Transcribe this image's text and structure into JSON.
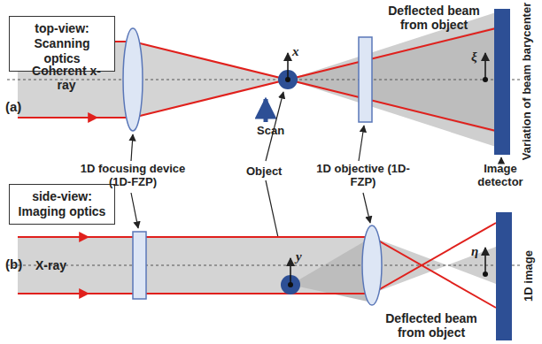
{
  "diagram": {
    "nodes": [
      {
        "text": [
          "top-view: Scanning optics"
        ]
      },
      {
        "text": [
          "side-view: Imaging optics"
        ]
      }
    ],
    "labels": [
      "(a)",
      "Coherent x-ray",
      "x",
      "Scan",
      "Deflected beam from object",
      "ξ",
      "Variation of beam barycenter",
      "1D focusing device (1D-FZP)",
      "Object",
      "1D objective (1D-FZP)",
      "Image detector",
      "(b)",
      "X-ray",
      "y",
      "η",
      "1D image",
      "Deflected beam from object"
    ]
  }
}
